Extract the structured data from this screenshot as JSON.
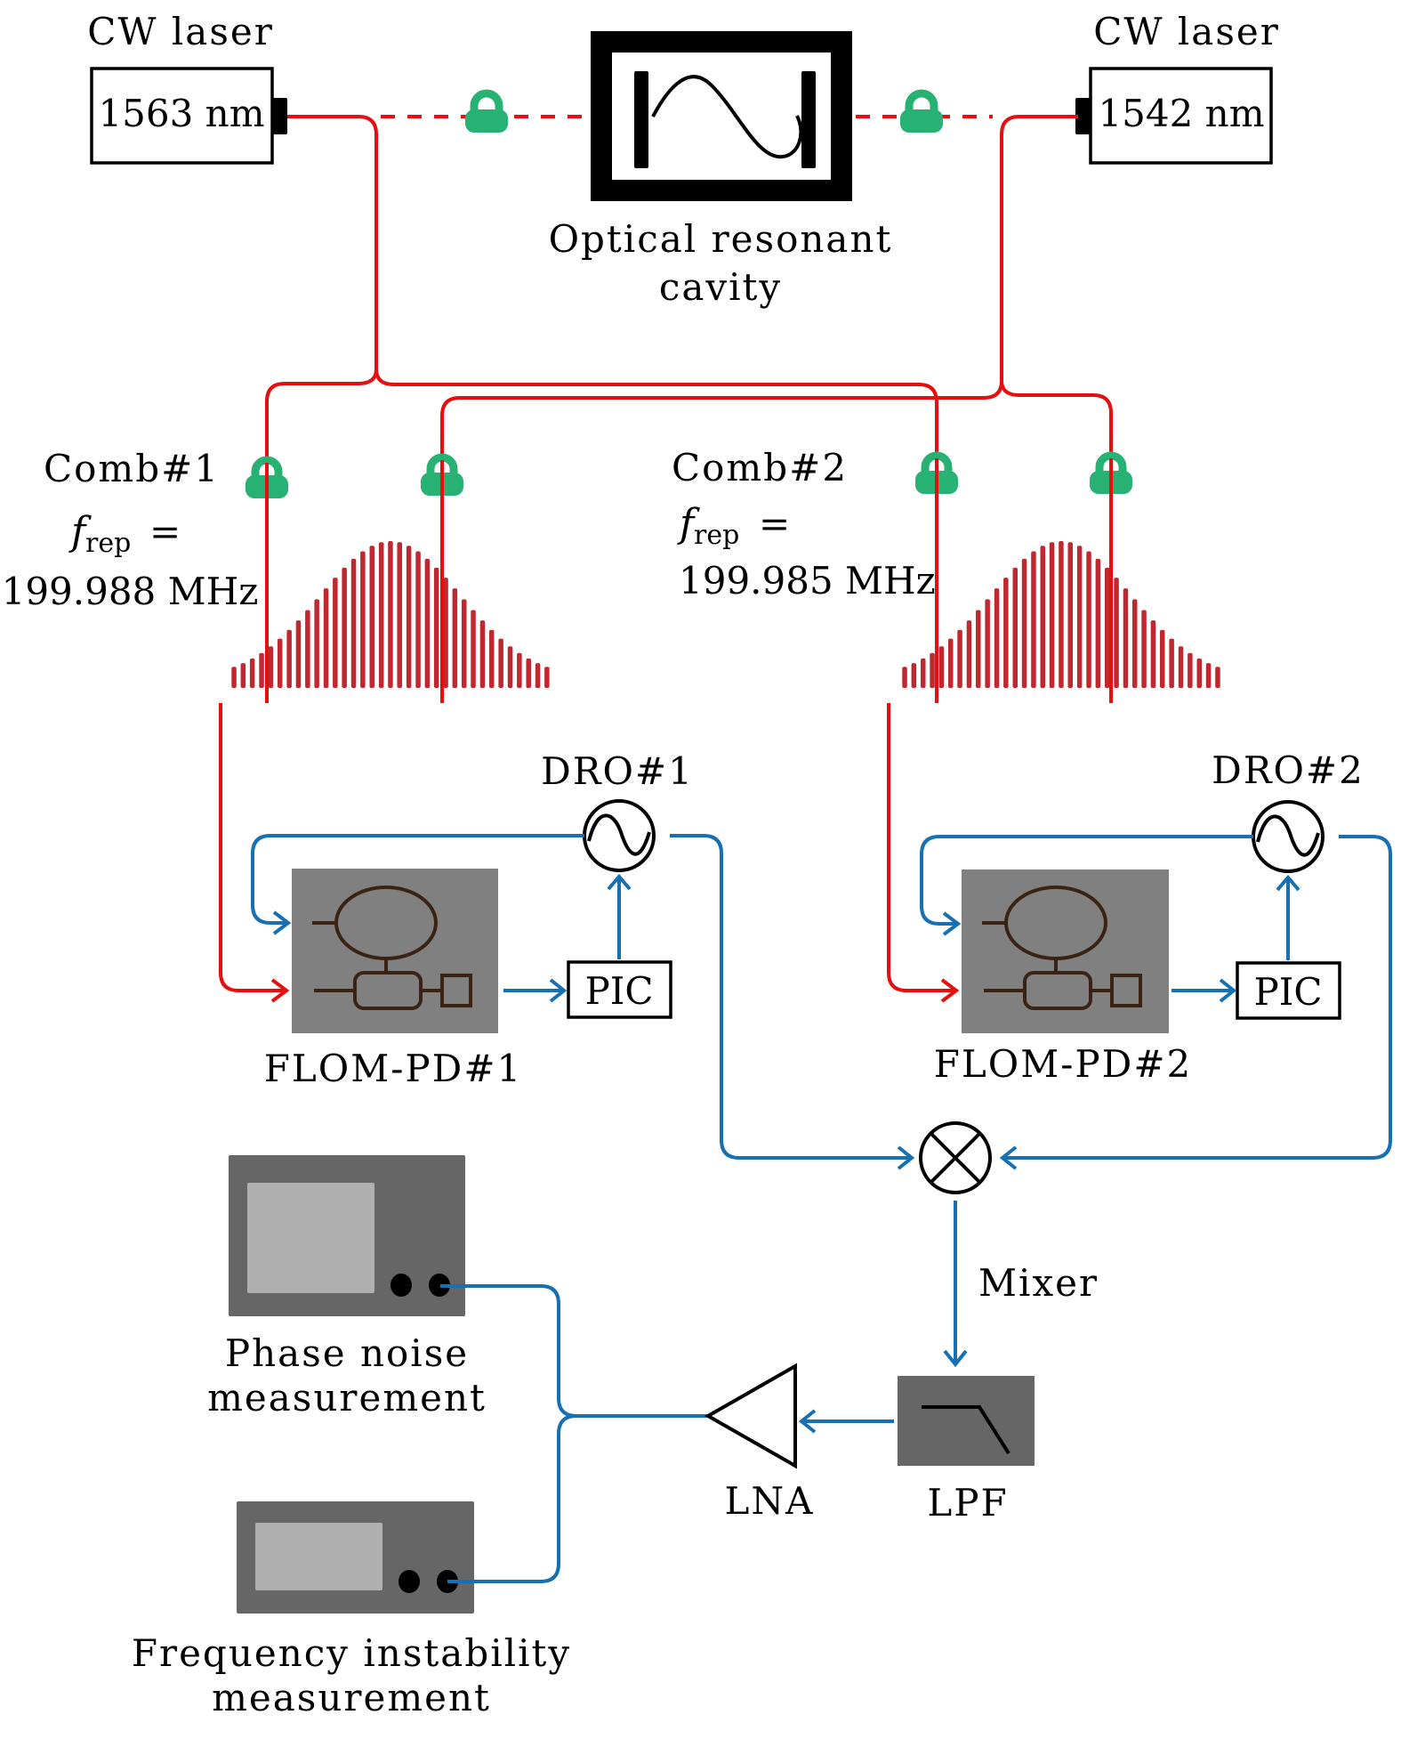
{
  "title": "Dual-comb optical frequency division setup",
  "lasers": [
    {
      "id": "laser-1563",
      "caption": "CW laser",
      "wavelength": "1563 nm"
    },
    {
      "id": "laser-1542",
      "caption": "CW laser",
      "wavelength": "1542 nm"
    }
  ],
  "cavity": {
    "label_line1": "Optical resonant",
    "label_line2": "cavity"
  },
  "combs": [
    {
      "name": "Comb#1",
      "frep_symbol": "f",
      "frep_sub": "rep",
      "frep_eq": "=",
      "frep_value": "199.988 MHz",
      "teeth": 35
    },
    {
      "name": "Comb#2",
      "frep_symbol": "f",
      "frep_sub": "rep",
      "frep_eq": "=",
      "frep_value": "199.985 MHz",
      "teeth": 35
    }
  ],
  "dro": [
    {
      "label": "DRO#1"
    },
    {
      "label": "DRO#2"
    }
  ],
  "flom": [
    {
      "label": "FLOM-PD#1"
    },
    {
      "label": "FLOM-PD#2"
    }
  ],
  "pic": [
    {
      "label": "PIC"
    },
    {
      "label": "PIC"
    }
  ],
  "mixer": {
    "label": "Mixer"
  },
  "lpf": {
    "label": "LPF"
  },
  "lna": {
    "label": "LNA"
  },
  "instruments": [
    {
      "label_line1": "Phase noise",
      "label_line2": "measurement"
    },
    {
      "label_line1": "Frequency instability",
      "label_line2": "measurement"
    }
  ],
  "colors": {
    "optical_fiber": "#e60e0e",
    "rf_cable": "#1670b3",
    "lock": "#27b273",
    "comb_teeth": "#c0272e",
    "flom_box": "#808080",
    "instrument_box": "#666666",
    "instrument_screen": "#b0b0b0"
  }
}
